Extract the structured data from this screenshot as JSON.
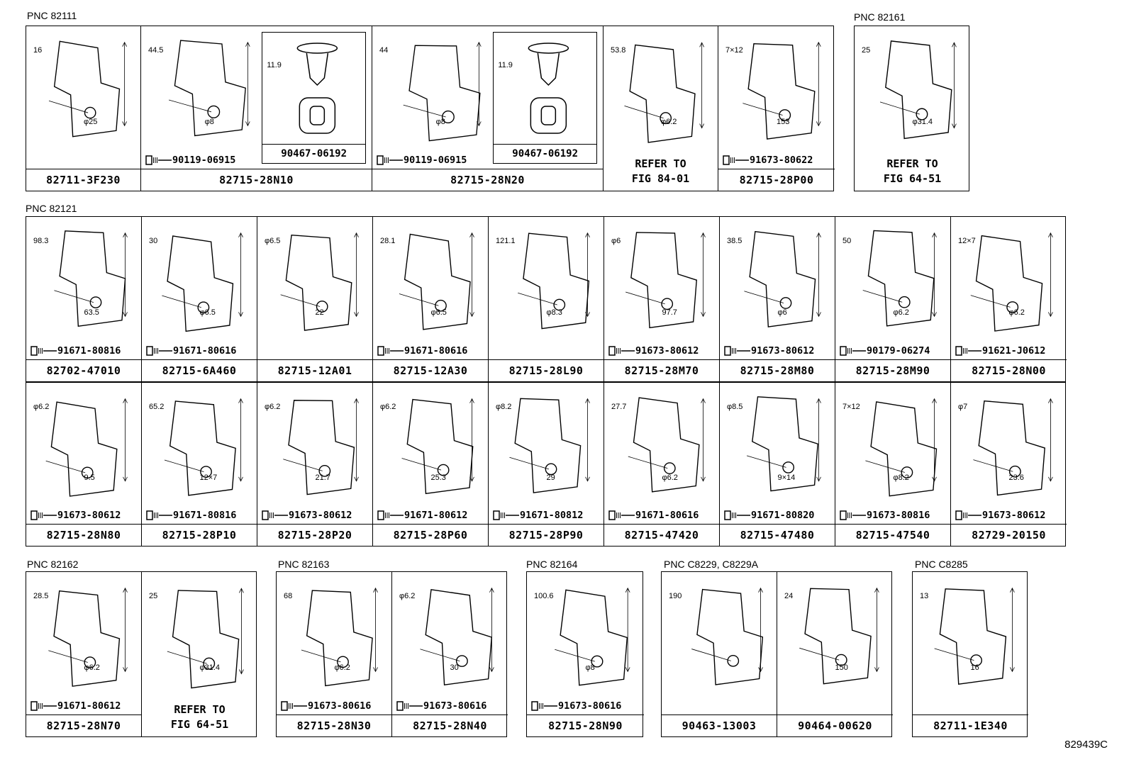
{
  "figure_code": "829439C",
  "groups": [
    {
      "id": "g82111",
      "pnc": "PNC 82111",
      "cells": [
        {
          "part": "82711-3F230",
          "dims": [
            "16",
            "φ25"
          ]
        },
        {
          "part": "82715-28N10",
          "bolt": "90119-06915",
          "dims": [
            "44.5",
            "φ8"
          ],
          "inner": {
            "part": "90467-06192",
            "dims": [
              "11.9"
            ]
          }
        },
        {
          "part": "82715-28N20",
          "bolt": "90119-06915",
          "dims": [
            "44",
            "φ8"
          ],
          "inner": {
            "part": "90467-06192",
            "dims": [
              "11.9"
            ]
          }
        },
        {
          "refer": [
            "REFER TO",
            "FIG 84-01"
          ],
          "dims": [
            "53.8",
            "φ6.2"
          ]
        },
        {
          "part": "82715-28P00",
          "bolt": "91673-80622",
          "dims": [
            "7×12",
            "153"
          ]
        }
      ]
    },
    {
      "id": "g82161",
      "pnc": "PNC 82161",
      "cells": [
        {
          "refer": [
            "REFER TO",
            "FIG 64-51"
          ],
          "dims": [
            "25",
            "φ31.4"
          ]
        }
      ]
    },
    {
      "id": "g82121a",
      "pnc": "PNC 82121",
      "cells": [
        {
          "part": "82702-47010",
          "bolt": "91671-80816",
          "dims": [
            "98.3",
            "63.5"
          ]
        },
        {
          "part": "82715-6A460",
          "bolt": "91671-80616",
          "dims": [
            "30",
            "φ6.5"
          ]
        },
        {
          "part": "82715-12A01",
          "dims": [
            "φ6.5",
            "22"
          ]
        },
        {
          "part": "82715-12A30",
          "bolt": "91671-80616",
          "dims": [
            "28.1",
            "φ6.5"
          ]
        },
        {
          "part": "82715-28L90",
          "dims": [
            "121.1",
            "φ8.3"
          ]
        },
        {
          "part": "82715-28M70",
          "bolt": "91673-80612",
          "dims": [
            "φ6",
            "97.7"
          ]
        },
        {
          "part": "82715-28M80",
          "bolt": "91673-80612",
          "dims": [
            "38.5",
            "φ6"
          ]
        },
        {
          "part": "82715-28M90",
          "bolt": "90179-06274",
          "dims": [
            "50",
            "φ6.2"
          ]
        },
        {
          "part": "82715-28N00",
          "bolt": "91621-J0612",
          "dims": [
            "12×7",
            "φ6.2"
          ]
        }
      ]
    },
    {
      "id": "g82121b",
      "pnc": "",
      "cells": [
        {
          "part": "82715-28N80",
          "bolt": "91673-80612",
          "dims": [
            "φ6.2",
            "9.5"
          ]
        },
        {
          "part": "82715-28P10",
          "bolt": "91671-80816",
          "dims": [
            "65.2",
            "12×7"
          ]
        },
        {
          "part": "82715-28P20",
          "bolt": "91673-80612",
          "dims": [
            "φ6.2",
            "21.7"
          ]
        },
        {
          "part": "82715-28P60",
          "bolt": "91671-80612",
          "dims": [
            "φ6.2",
            "25.3"
          ]
        },
        {
          "part": "82715-28P90",
          "bolt": "91671-80812",
          "dims": [
            "φ8.2",
            "29"
          ]
        },
        {
          "part": "82715-47420",
          "bolt": "91671-80616",
          "dims": [
            "27.7",
            "φ6.2"
          ]
        },
        {
          "part": "82715-47480",
          "bolt": "91671-80820",
          "dims": [
            "φ8.5",
            "9×14"
          ]
        },
        {
          "part": "82715-47540",
          "bolt": "91673-80816",
          "dims": [
            "7×12",
            "φ8.2"
          ]
        },
        {
          "part": "82729-20150",
          "bolt": "91673-80612",
          "dims": [
            "φ7",
            "23.6"
          ]
        }
      ]
    },
    {
      "id": "g82162",
      "pnc": "PNC 82162",
      "cells": [
        {
          "part": "82715-28N70",
          "bolt": "91671-80612",
          "dims": [
            "28.5",
            "φ6.2"
          ]
        },
        {
          "refer": [
            "REFER TO",
            "FIG 64-51"
          ],
          "dims": [
            "25",
            "φ31.4"
          ]
        }
      ]
    },
    {
      "id": "g82163",
      "pnc": "PNC 82163",
      "cells": [
        {
          "part": "82715-28N30",
          "bolt": "91673-80616",
          "dims": [
            "68",
            "φ6.2"
          ]
        },
        {
          "part": "82715-28N40",
          "bolt": "91673-80616",
          "dims": [
            "φ6.2",
            "30"
          ]
        }
      ]
    },
    {
      "id": "g82164",
      "pnc": "PNC 82164",
      "cells": [
        {
          "part": "82715-28N90",
          "bolt": "91673-80616",
          "dims": [
            "100.6",
            "φ8"
          ]
        }
      ]
    },
    {
      "id": "gC8229",
      "pnc": "PNC C8229, C8229A",
      "cells": [
        {
          "part": "90463-13003",
          "dims": [
            "190"
          ]
        },
        {
          "part": "90464-00620",
          "dims": [
            "24",
            "150"
          ]
        }
      ]
    },
    {
      "id": "gC8285",
      "pnc": "PNC C8285",
      "cells": [
        {
          "part": "82711-1E340",
          "dims": [
            "13",
            "16"
          ]
        }
      ]
    }
  ]
}
